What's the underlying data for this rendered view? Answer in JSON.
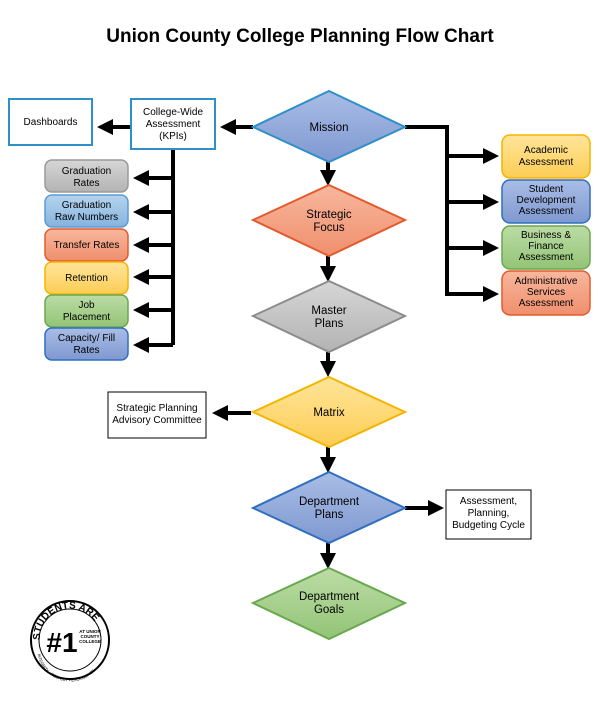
{
  "title": "Union County College Planning Flow Chart",
  "nodes": {
    "mission": [
      "Mission"
    ],
    "strategic_focus": [
      "Strategic",
      "Focus"
    ],
    "master_plans": [
      "Master",
      "Plans"
    ],
    "matrix": [
      "Matrix"
    ],
    "department_plans": [
      "Department",
      "Plans"
    ],
    "department_goals": [
      "Department",
      "Goals"
    ],
    "college_wide_assessment": [
      "College-Wide",
      "Assessment",
      "(KPIs)"
    ],
    "dashboards": [
      "Dashboards"
    ],
    "graduation_rates": [
      "Graduation",
      "Rates"
    ],
    "graduation_raw_numbers": [
      "Graduation",
      "Raw Numbers"
    ],
    "transfer_rates": [
      "Transfer Rates"
    ],
    "retention": [
      "Retention"
    ],
    "job_placement": [
      "Job",
      "Placement"
    ],
    "capacity_fill_rates": [
      "Capacity/ Fill",
      "Rates"
    ],
    "academic_assessment": [
      "Academic",
      "Assessment"
    ],
    "student_development_assessment": [
      "Student",
      "Development",
      "Assessment"
    ],
    "business_finance_assessment": [
      "Business &",
      "Finance",
      "Assessment"
    ],
    "administrative_services_assessment": [
      "Administrative",
      "Services",
      "Assessment"
    ],
    "strategic_planning_advisory_committee": [
      "Strategic Planning",
      "Advisory Committee"
    ],
    "assessment_planning_budgeting_cycle": [
      "Assessment,",
      "Planning,",
      "Budgeting Cycle"
    ]
  },
  "logo": {
    "top_text": "STUDENTS ARE",
    "number": "#1",
    "sub_text": [
      "AT UNION",
      "COUNTY",
      "COLLEGE"
    ],
    "ring_text": "INTEGRITY • RESPECT • EXCELLENCE"
  },
  "colors": {
    "blue": "#8fa9dc",
    "orange": "#f4a384",
    "gray": "#c6c6c6",
    "yellow": "#fed977",
    "green": "#a7d08c",
    "light_blue": "#9dc3e6",
    "outline_blue": "#2f8fc8"
  }
}
